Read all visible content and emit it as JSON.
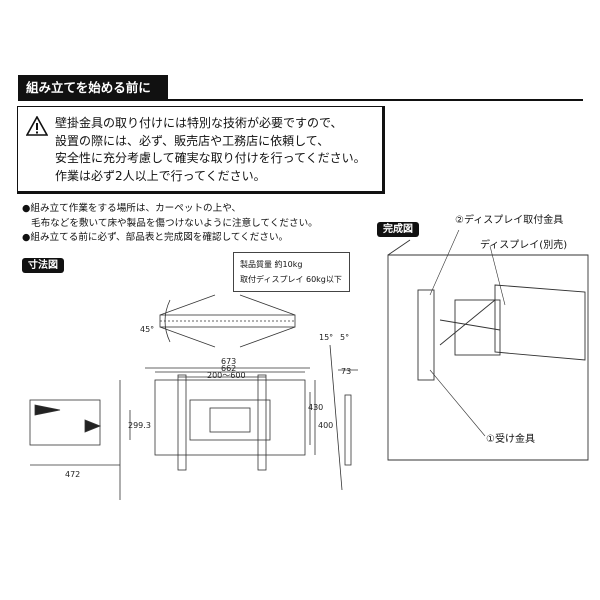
{
  "header": {
    "title": "組み立てを始める前に"
  },
  "warning": {
    "lines": [
      "壁掛金具の取り付けには特別な技術が必要ですので、",
      "設置の際には、必ず、販売店や工務店に依頼して、",
      "安全性に充分考慮して確実な取り付けを行ってください。",
      "作業は必ず2人以上で行ってください。"
    ]
  },
  "notes": [
    "●組み立て作業をする場所は、カーペットの上や、",
    "毛布などを敷いて床や製品を傷つけないように注意してください。",
    "●組み立てる前に必ず、部品表と完成図を確認してください。"
  ],
  "dimension_section": {
    "label": "寸法図",
    "spec": {
      "weight": "製品質量  約10kg",
      "load": "取付ディスプレイ  60kg以下"
    },
    "dims": {
      "tilt_top": "45°",
      "width_total": "673",
      "width_bracket": "662",
      "width_range": "200～600",
      "height_total": "430",
      "height_range": "400",
      "depth_min": "73",
      "arm_depth": "299.3",
      "arm_extend": "472",
      "tilt_angle_a": "15°",
      "tilt_angle_b": "5°"
    }
  },
  "complete_section": {
    "label": "完成図",
    "callouts": {
      "part2": "②ディスプレイ取付金具",
      "display": "ディスプレイ(別売)",
      "part1": "①受け金具"
    }
  }
}
